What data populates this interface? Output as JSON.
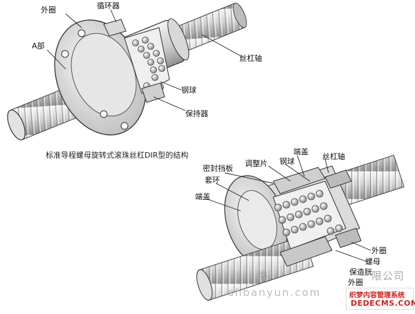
{
  "diagram1": {
    "labels": {
      "outer_ring": "外圈",
      "circulator": "循环器",
      "a_part": "A部",
      "screw_shaft": "丝杠轴",
      "steel_ball": "钢球",
      "retainer": "保持器"
    },
    "caption": "标准导程螺母旋转式滚珠丝杠DIR型的结构"
  },
  "diagram2": {
    "labels": {
      "end_cap_top": "端盖",
      "seal_plate": "密封挡板",
      "adjust_shim": "调整片",
      "steel_ball": "钢球",
      "screw_shaft": "丝杠轴",
      "sleeve": "套环",
      "end_cap_left": "端盖",
      "outer_ring_right": "外圈",
      "nut": "螺母",
      "outer_ring_bottom": "外圈"
    },
    "overlap_text": "保造胱"
  },
  "watermark": {
    "text_cn": "限公司",
    "text_en": "shbanyun.com",
    "text_cn_lead": "海"
  },
  "stamp": {
    "line1": "织梦内容管理系统",
    "line2": "DEDECMS.COM"
  }
}
